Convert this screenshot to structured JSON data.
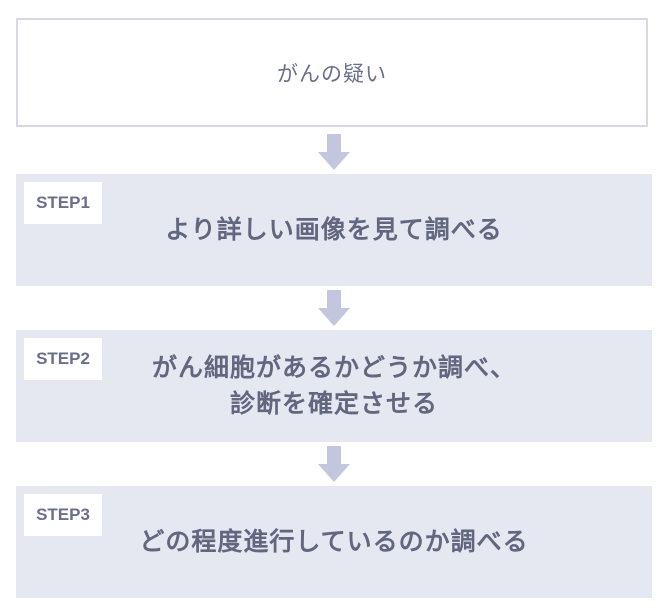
{
  "start": {
    "label": "がんの疑い"
  },
  "steps": [
    {
      "tag": "STEP1",
      "lines": [
        "より詳しい画像を見て調べる"
      ]
    },
    {
      "tag": "STEP2",
      "lines": [
        "がん細胞があるかどうか調べ、",
        "診断を確定させる"
      ]
    },
    {
      "tag": "STEP3",
      "lines": [
        "どの程度進行しているのか調べる"
      ]
    }
  ],
  "colors": {
    "box_fill": "#e5e7f1",
    "border": "#d6d8ea",
    "arrow": "#c3c6de",
    "text": "#62667f"
  }
}
